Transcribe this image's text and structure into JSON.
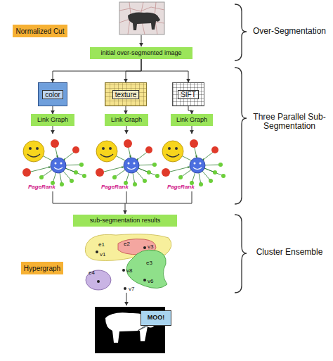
{
  "diagram": {
    "nodes": [
      {
        "text": [
          "Normalized Cut"
        ]
      },
      {
        "text": [
          "initial over-segmented image"
        ]
      },
      {
        "text": [
          "color"
        ]
      },
      {
        "text": [
          "texture"
        ]
      },
      {
        "text": [
          "SIFT"
        ]
      },
      {
        "text": [
          "Link Graph"
        ]
      },
      {
        "text": [
          "Link Graph"
        ]
      },
      {
        "text": [
          "Link Graph"
        ]
      },
      {
        "text": [
          "sub-segmentation results"
        ]
      },
      {
        "text": [
          "Hypergraph"
        ]
      },
      {
        "text": [
          "MOO!"
        ]
      }
    ],
    "edges": [
      {
        "from": 1,
        "to": 2,
        "arrow": "to"
      },
      {
        "from": 1,
        "to": 3,
        "arrow": "to"
      },
      {
        "from": 1,
        "to": 4,
        "arrow": "to"
      },
      {
        "from": 2,
        "to": 5,
        "arrow": "to"
      },
      {
        "from": 3,
        "to": 6,
        "arrow": "to"
      },
      {
        "from": 4,
        "to": 7,
        "arrow": "to"
      }
    ],
    "labels": [
      "PageRank",
      "PageRank",
      "PageRank",
      "e1",
      "e2",
      "e3",
      "e4",
      "v1",
      "v3",
      "v6",
      "v7",
      "v8",
      "Over-Segmentation",
      "Three Parallel Sub-Segmentation",
      "Cluster Ensemble"
    ]
  }
}
